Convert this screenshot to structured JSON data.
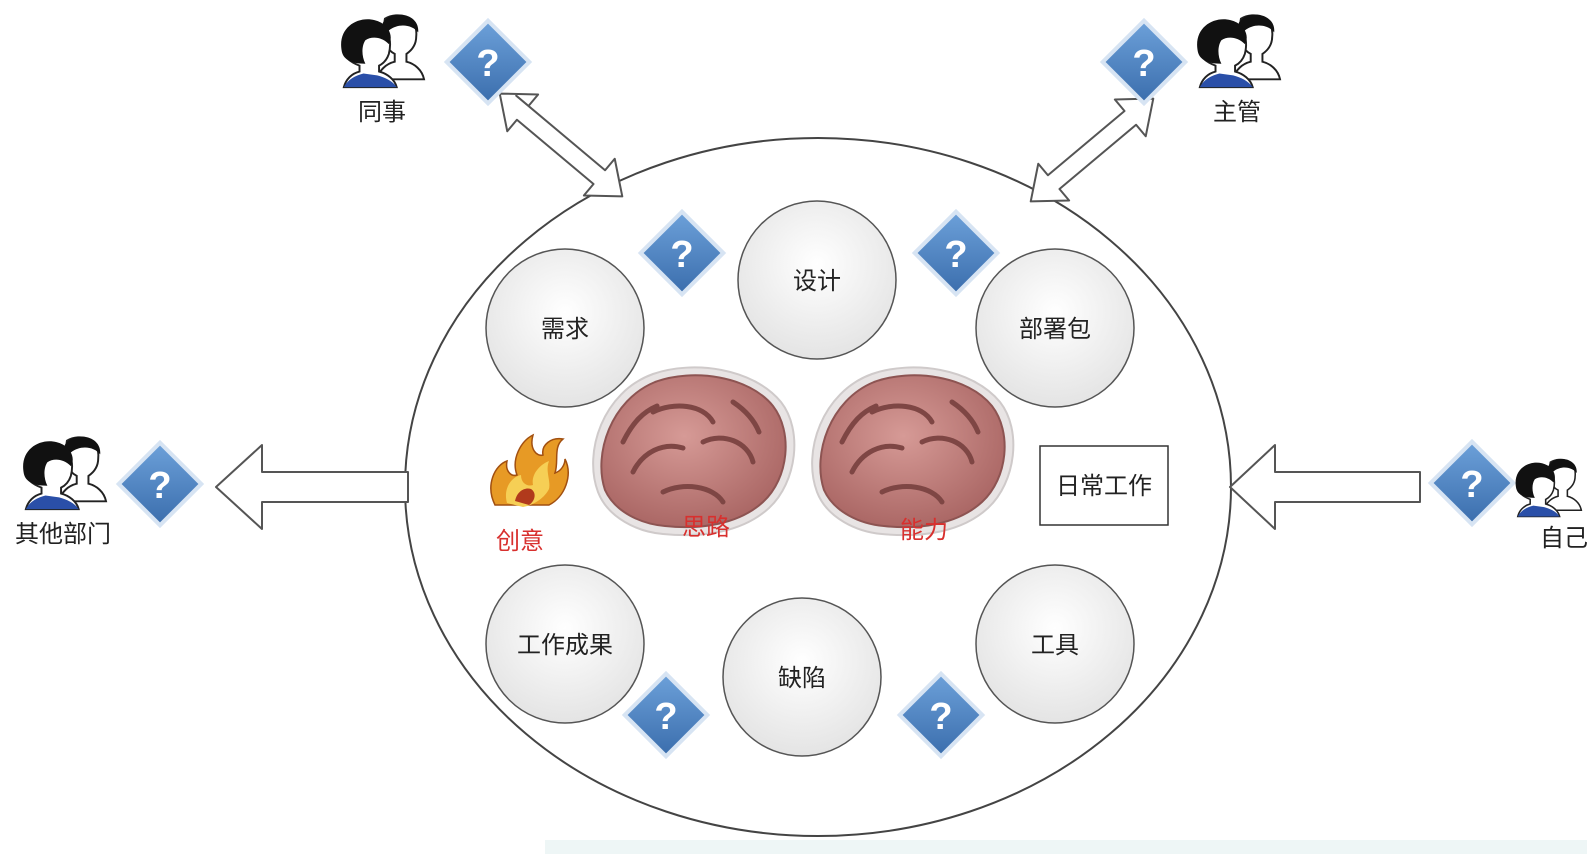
{
  "stakeholders": {
    "colleague": "同事",
    "manager": "主管",
    "other_departments": "其他部门",
    "self": "自己"
  },
  "work_items": {
    "requirements": "需求",
    "design": "设计",
    "deployment_package": "部署包",
    "work_results": "工作成果",
    "defects": "缺陷",
    "tools": "工具"
  },
  "daily_work": "日常工作",
  "concepts": {
    "creativity": "创意",
    "thinking": "思路",
    "ability": "能力"
  },
  "question_mark": "?",
  "colors": {
    "diamond_fill": "#4f86c6",
    "diamond_border": "#d7e4f3",
    "bubble_fill": "#f4f4f4",
    "outline": "#444444",
    "accent_red": "#d8302e",
    "brain": "#c07878"
  }
}
